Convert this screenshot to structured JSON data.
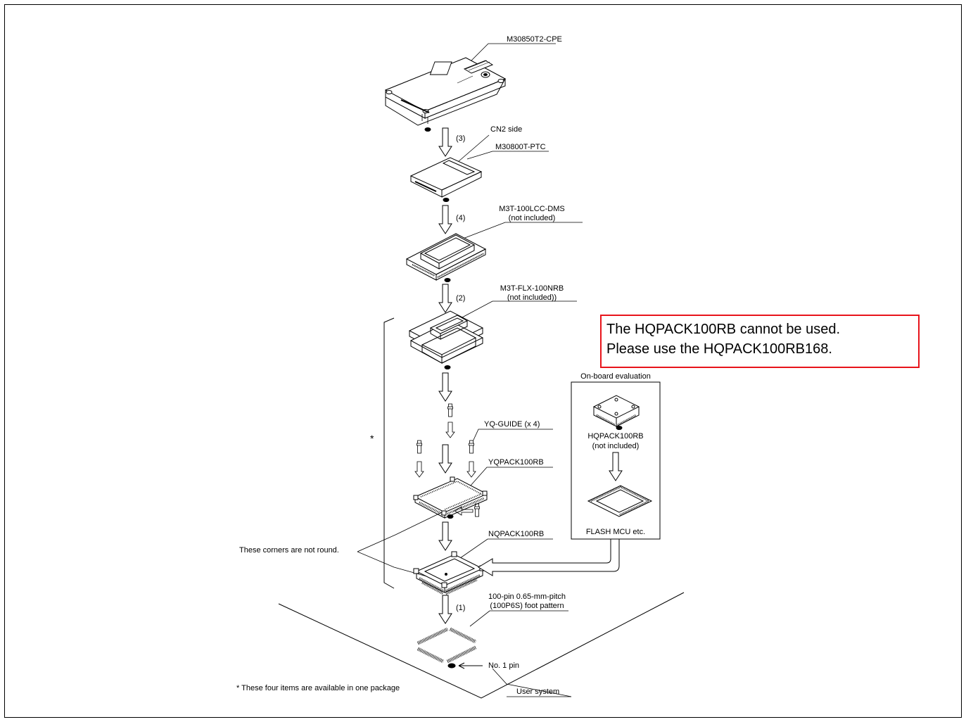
{
  "labels": {
    "cpe": "M30850T2-CPE",
    "cn2_side": "CN2 side",
    "ptc": "M30800T-PTC",
    "dms_name": "M3T-100LCC-DMS",
    "dms_note": "(not included)",
    "flx_name": "M3T-FLX-100NRB",
    "flx_note": "(not included))",
    "yq_guide": "YQ-GUIDE (x 4)",
    "yqpack": "YQPACK100RB",
    "nqpack": "NQPACK100RB",
    "foot_line1": "100-pin 0.65-mm-pitch",
    "foot_line2": "(100P6S) foot pattern",
    "no1_pin": "No. 1 pin",
    "user_system": "User system",
    "corners": "These corners are not round.",
    "asterisk": "*",
    "footnote": "* These four items are available in one package"
  },
  "steps": {
    "step3": "(3)",
    "step4": "(4)",
    "step2": "(2)",
    "step1": "(1)"
  },
  "onboard": {
    "title": "On-board evaluation",
    "hqpack_name": "HQPACK100RB",
    "hqpack_note": "(not included)",
    "flash": "FLASH MCU etc."
  },
  "notice": {
    "line1": "The HQPACK100RB cannot be used.",
    "line2": "Please use the HQPACK100RB168."
  },
  "colors": {
    "notice_border": "#e8141b",
    "ink": "#000000"
  }
}
